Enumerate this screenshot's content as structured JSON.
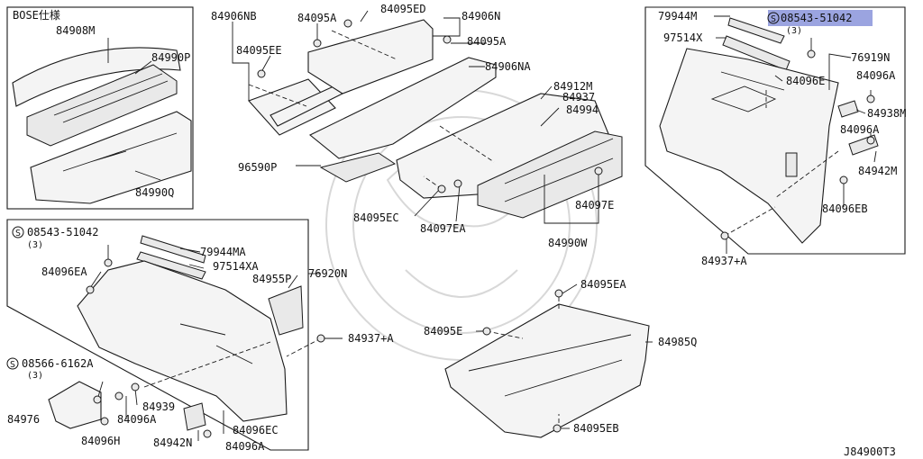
{
  "labels": {
    "bose_spec": "BOSE仕様",
    "p84908M": "84908M",
    "p84990P": "84990P",
    "p84990Q": "84990Q",
    "p84906NB": "84906NB",
    "p84095A_a": "84095A",
    "p84095ED": "84095ED",
    "p84906N": "84906N",
    "p84095EE": "84095EE",
    "p84095A_b": "84095A",
    "p84906NA": "84906NA",
    "p84912M": "84912M",
    "p84937": "84937",
    "p84994": "84994",
    "p96590P": "96590P",
    "p84095EC_a": "84095EC",
    "p84097EA": "84097EA",
    "p84097E": "84097E",
    "p84990W": "84990W",
    "p79944M": "79944M",
    "p08543_top": "08543-51042",
    "qty3_top": "(3)",
    "p97514X": "97514X",
    "p76919N": "76919N",
    "p84096E": "84096E",
    "p84096A_r1": "84096A",
    "p84938M": "84938M",
    "p84096A_r2": "84096A",
    "p84942M": "84942M",
    "p84096EB": "84096EB",
    "p84937A_r": "84937+A",
    "p08543_left": "08543-51042",
    "qty3_left": "(3)",
    "p79944MA": "79944MA",
    "p97514XA": "97514XA",
    "p84096EA": "84096EA",
    "p84955P": "84955P",
    "p76920N": "76920N",
    "p84937A_l": "84937+A",
    "p08566": "08566-6162A",
    "qty3_b": "(3)",
    "p84939": "84939",
    "p84976": "84976",
    "p84096A_l": "84096A",
    "p84096H": "84096H",
    "p84942N": "84942N",
    "p84096A_l2": "84096A",
    "p84096EC": "84096EC",
    "p84095EA": "84095EA",
    "p84095E": "84095E",
    "p84985Q": "84985Q",
    "p84095EB": "84095EB",
    "diagram_code": "J84900T3"
  },
  "highlight": {
    "part": "08543-51042",
    "color": "#7a86d6"
  },
  "screw_symbol": "S"
}
